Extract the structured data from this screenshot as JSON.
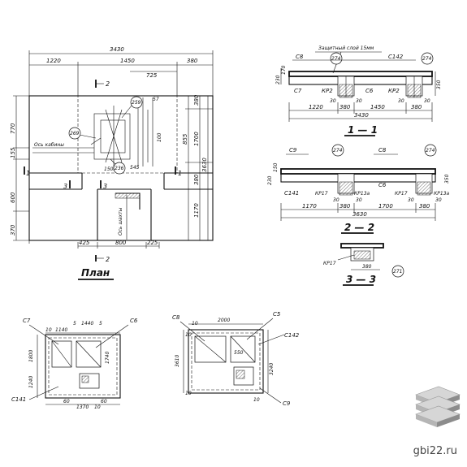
{
  "plan": {
    "title": "План",
    "dims_top": {
      "total": "3430",
      "a": "1220",
      "b": "1450",
      "c": "380",
      "d": "725"
    },
    "dims_left": {
      "a": "770",
      "b": "155",
      "c": "600",
      "d": "370"
    },
    "dims_right": {
      "a": "380",
      "b": "855",
      "c": "1700",
      "d": "380",
      "e": "1170",
      "f": "3630"
    },
    "dims_bottom": {
      "a": "425",
      "b": "800",
      "c": "225"
    },
    "small_dims": {
      "a": "150",
      "b": "545",
      "c": "57",
      "d": "100"
    },
    "axis_cabin": "Ось кабины",
    "axis_shaft": "Ось шахты",
    "section_1": "1",
    "section_2": "2",
    "section_3": "3",
    "bubbles": {
      "b1": "259",
      "b2": "269",
      "b3": "236"
    }
  },
  "sec11": {
    "title": "1 — 1",
    "note": "Защитный слой 15мм",
    "labels": {
      "c8": "С8",
      "c142": "С142",
      "c7": "С7",
      "kp2a": "КР2",
      "c6": "С6",
      "kp2b": "КР2"
    },
    "bubbles": {
      "a": "274",
      "b": "274"
    },
    "dims": {
      "left1": "230",
      "left2": "170",
      "right": "350",
      "a": "1220",
      "b": "380",
      "c": "1450",
      "d": "380",
      "total": "3430",
      "s1": "30",
      "s2": "30",
      "s3": "30",
      "s4": "30"
    }
  },
  "sec22": {
    "title": "2 — 2",
    "labels": {
      "c9": "С9",
      "c8": "С8",
      "c141": "С141",
      "kp17a": "КР17",
      "kp13a": "КР13а",
      "c6": "С6",
      "kp17b": "КР17",
      "kp13b": "КР13а"
    },
    "bubbles": {
      "a": "274",
      "b": "274"
    },
    "dims": {
      "left1": "230",
      "left2": "150",
      "right": "350",
      "a": "1170",
      "b": "380",
      "c": "1700",
      "d": "380",
      "total": "3630",
      "s1": "30",
      "s2": "30",
      "s3": "30",
      "s4": "30"
    }
  },
  "sec33": {
    "title": "3 — 3",
    "labels": {
      "kp17": "КР17"
    },
    "bubble": "271",
    "dims": {
      "a": "380"
    }
  },
  "slab1": {
    "labels": {
      "c7": "С7",
      "c6": "С6",
      "c141": "С141"
    },
    "dims": {
      "a": "10",
      "b": "1140",
      "c": "5",
      "d": "1440",
      "e": "5",
      "h1": "1800",
      "h2": "1740",
      "h3": "1240",
      "h4": "60",
      "w1": "60",
      "w2": "1370",
      "w3": "10"
    }
  },
  "slab2": {
    "labels": {
      "c8": "С8",
      "c5": "С5",
      "c142": "С142",
      "c9": "С9"
    },
    "dims": {
      "a": "10",
      "b": "2000",
      "h1": "3610",
      "h2": "3240",
      "c": "10",
      "d": "10",
      "inner": "550",
      "e": "10"
    }
  },
  "logo": {
    "site": "gbi22.ru"
  }
}
